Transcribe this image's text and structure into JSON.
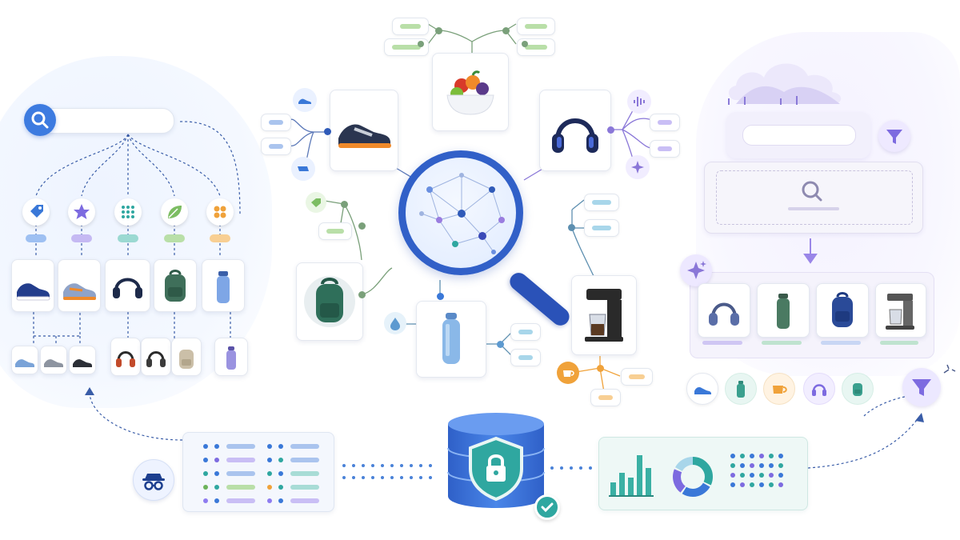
{
  "colors": {
    "primary": "#2f6fd6",
    "navy": "#1d3f8f",
    "teal": "#2fa7a0",
    "purple": "#8e7cf0",
    "green": "#6cb35a",
    "orange": "#f0a23a",
    "light_blue": "#dfeaff",
    "line": "#9fb0d2"
  },
  "left_panel": {
    "search_bar": {
      "icon": "search-icon",
      "value": "",
      "placeholder": ""
    },
    "filters": [
      {
        "icon": "tag-icon",
        "color": "#3a78d8"
      },
      {
        "icon": "star-icon",
        "color": "#7d6be0"
      },
      {
        "icon": "grid-dots-icon",
        "color": "#2fa7a0"
      },
      {
        "icon": "leaf-icon",
        "color": "#6cb35a"
      },
      {
        "icon": "flower-dots-icon",
        "color": "#f0a23a"
      }
    ],
    "product_cards": [
      "sneaker-navy",
      "sneaker-orange",
      "headphones",
      "backpack-green",
      "water-bottle"
    ],
    "sub_cards": [
      "sneaker-light-blue",
      "sneaker-gray",
      "sneaker-black",
      "headphones-red",
      "headphones-dark",
      "backpack-beige",
      "bottle-purple"
    ]
  },
  "center": {
    "magnifier_icon": "magnifying-glass-network-icon",
    "products": [
      "sneaker",
      "fruit-bowl",
      "headphones",
      "backpack",
      "water-bottle",
      "coffee-maker"
    ],
    "tag_icons": [
      "shoe-icon",
      "leaf-tag-icon",
      "water-drop-icon",
      "audio-wave-icon",
      "sparkle-icon",
      "coffee-cup-icon"
    ]
  },
  "right_panel": {
    "filter_icon": "funnel-icon",
    "search_icon": "search-icon",
    "sparkle_icon": "sparkle-icon",
    "results": [
      "headphones",
      "water-bottle",
      "backpack-blue",
      "coffee-maker"
    ],
    "category_icons": [
      "shoe-icon",
      "bottle-icon",
      "cup-icon",
      "headphones-icon",
      "backpack-icon"
    ]
  },
  "bottom": {
    "privacy_icon": "incognito-icon",
    "database_icon": "secure-database-icon",
    "check_icon": "check-icon",
    "analytics_icons": [
      "bar-chart-icon",
      "donut-chart-icon",
      "dot-matrix-icon"
    ]
  }
}
